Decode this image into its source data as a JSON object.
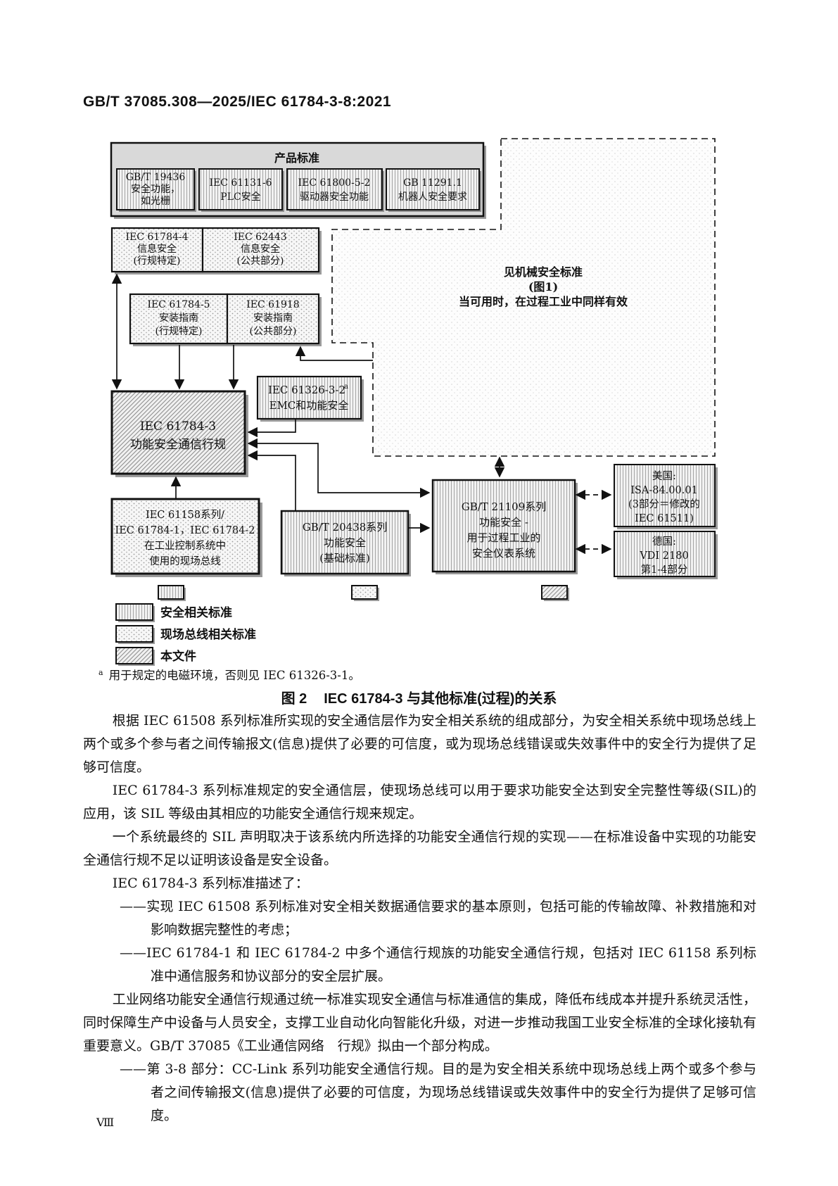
{
  "page": {
    "header": "GB/T 37085.308—2025/IEC 61784-3-8:2021",
    "page_number": "Ⅷ"
  },
  "diagram": {
    "product_group": {
      "title": "产品标准",
      "boxes": [
        [
          "GB/T 19436",
          "安全功能，",
          "如光栅"
        ],
        [
          "IEC 61131-6",
          "PLC安全"
        ],
        [
          "IEC 61800-5-2",
          "驱动器安全功能"
        ],
        [
          "GB 11291.1",
          "机器人安全要求"
        ]
      ]
    },
    "boxes": {
      "sec_profile": [
        "IEC 61784-4",
        "信息安全",
        "(行规特定)"
      ],
      "sec_common": [
        "IEC 62443",
        "信息安全",
        "(公共部分)"
      ],
      "inst_profile": [
        "IEC 61784-5",
        "安装指南",
        "(行规特定)"
      ],
      "inst_common": [
        "IEC 61918",
        "安装指南",
        "(公共部分)"
      ],
      "emc": [
        "IEC 61326-3-2",
        "EMC和功能安全"
      ],
      "fscp": [
        "IEC 61784-3",
        "功能安全通信行规"
      ],
      "fieldbus": [
        "IEC 61158系列/",
        "IEC 61784-1，IEC 61784-2",
        "在工业控制系统中",
        "使用的现场总线"
      ],
      "gb20438": [
        "GB/T 20438系列",
        "功能安全",
        "(基础标准)"
      ],
      "gb21109": [
        "GB/T 21109系列",
        "功能安全 -",
        "用于过程工业的",
        "安全仪表系统"
      ],
      "isa": [
        "美国:",
        "ISA-84.00.01",
        "(3部分＝修改的",
        "IEC 61511)"
      ],
      "vdi": [
        "德国:",
        "VDI 2180",
        "第1-4部分"
      ]
    },
    "machinery_note": [
      "见机械安全标准",
      "(图1)",
      "当可用时，在过程工业中同样有效"
    ],
    "footnote_marker": "a",
    "legend": [
      "安全相关标准",
      "现场总线相关标准",
      "本文件"
    ],
    "colors": {
      "box_fill": "#f2f2f2",
      "group_fill": "#d9d9d9",
      "border": "#111111",
      "shadow": "#9a9a9a"
    }
  },
  "footnote_text": "用于规定的电磁环境，否则见 IEC 61326-3-1。",
  "caption": {
    "fig_no": "图 2",
    "title": "IEC 61784-3 与其他标准(过程)的关系"
  },
  "paragraphs": {
    "p1": "根据 IEC 61508 系列标准所实现的安全通信层作为安全相关系统的组成部分，为安全相关系统中现场总线上两个或多个参与者之间传输报文(信息)提供了必要的可信度，或为现场总线错误或失效事件中的安全行为提供了足够可信度。",
    "p2": "IEC 61784-3 系列标准规定的安全通信层，使现场总线可以用于要求功能安全达到安全完整性等级(SIL)的应用，该 SIL 等级由其相应的功能安全通信行规来规定。",
    "p3": "一个系统最终的 SIL 声明取决于该系统内所选择的功能安全通信行规的实现——在标准设备中实现的功能安全通信行规不足以证明该设备是安全设备。",
    "p4": "IEC 61784-3 系列标准描述了：",
    "d1": "——实现 IEC 61508 系列标准对安全相关数据通信要求的基本原则，包括可能的传输故障、补救措施和对影响数据完整性的考虑；",
    "d2": "——IEC 61784-1 和 IEC 61784-2 中多个通信行规族的功能安全通信行规，包括对 IEC 61158 系列标准中通信服务和协议部分的安全层扩展。",
    "p5": "工业网络功能安全通信行规通过统一标准实现安全通信与标准通信的集成，降低布线成本并提升系统灵活性，同时保障生产中设备与人员安全，支撑工业自动化向智能化升级，对进一步推动我国工业安全标准的全球化接轨有重要意义。GB/T 37085《工业通信网络　行规》拟由一个部分构成。",
    "d3": "——第 3-8 部分：CC-Link 系列功能安全通信行规。目的是为安全相关系统中现场总线上两个或多个参与者之间传输报文(信息)提供了必要的可信度，为现场总线错误或失效事件中的安全行为提供了足够可信度。"
  }
}
